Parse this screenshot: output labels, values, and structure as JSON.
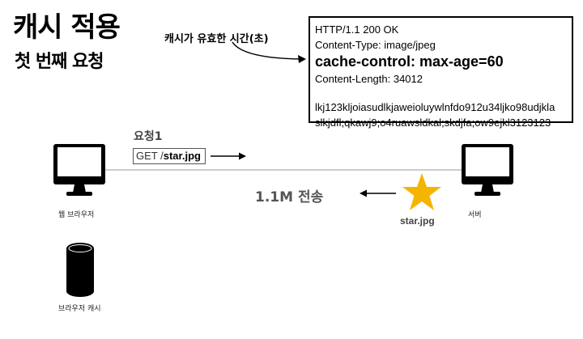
{
  "title": "캐시 적용",
  "subtitle": "첫 번째 요청",
  "annotation": "캐시가 유효한 시간(초)",
  "response": {
    "status_line": "HTTP/1.1 200 OK",
    "content_type": "Content-Type: image/jpeg",
    "cache_control": "cache-control: max-age=60",
    "content_length": "Content-Length: 34012",
    "body_line1": "lkj123kljoiasudlkjaweioluywlnfdo912u34ljko98udjkla",
    "body_line2": "slkjdfl;qkawj9;o4ruawsldkal;skdjfa;ow9ejkl3123123"
  },
  "request": {
    "label": "요청1",
    "method": "GET /",
    "path": "star.jpg"
  },
  "transfer": "1.1M 전송",
  "file_label": "star.jpg",
  "nodes": {
    "browser": "웹 브라우저",
    "server": "서버",
    "cache": "브라우저 캐시"
  },
  "icons": {
    "browser": "monitor-icon",
    "server": "monitor-icon",
    "cache": "database-cylinder-icon",
    "file": "star-icon"
  },
  "colors": {
    "star": "#f5b400",
    "text_gray": "#555555"
  }
}
